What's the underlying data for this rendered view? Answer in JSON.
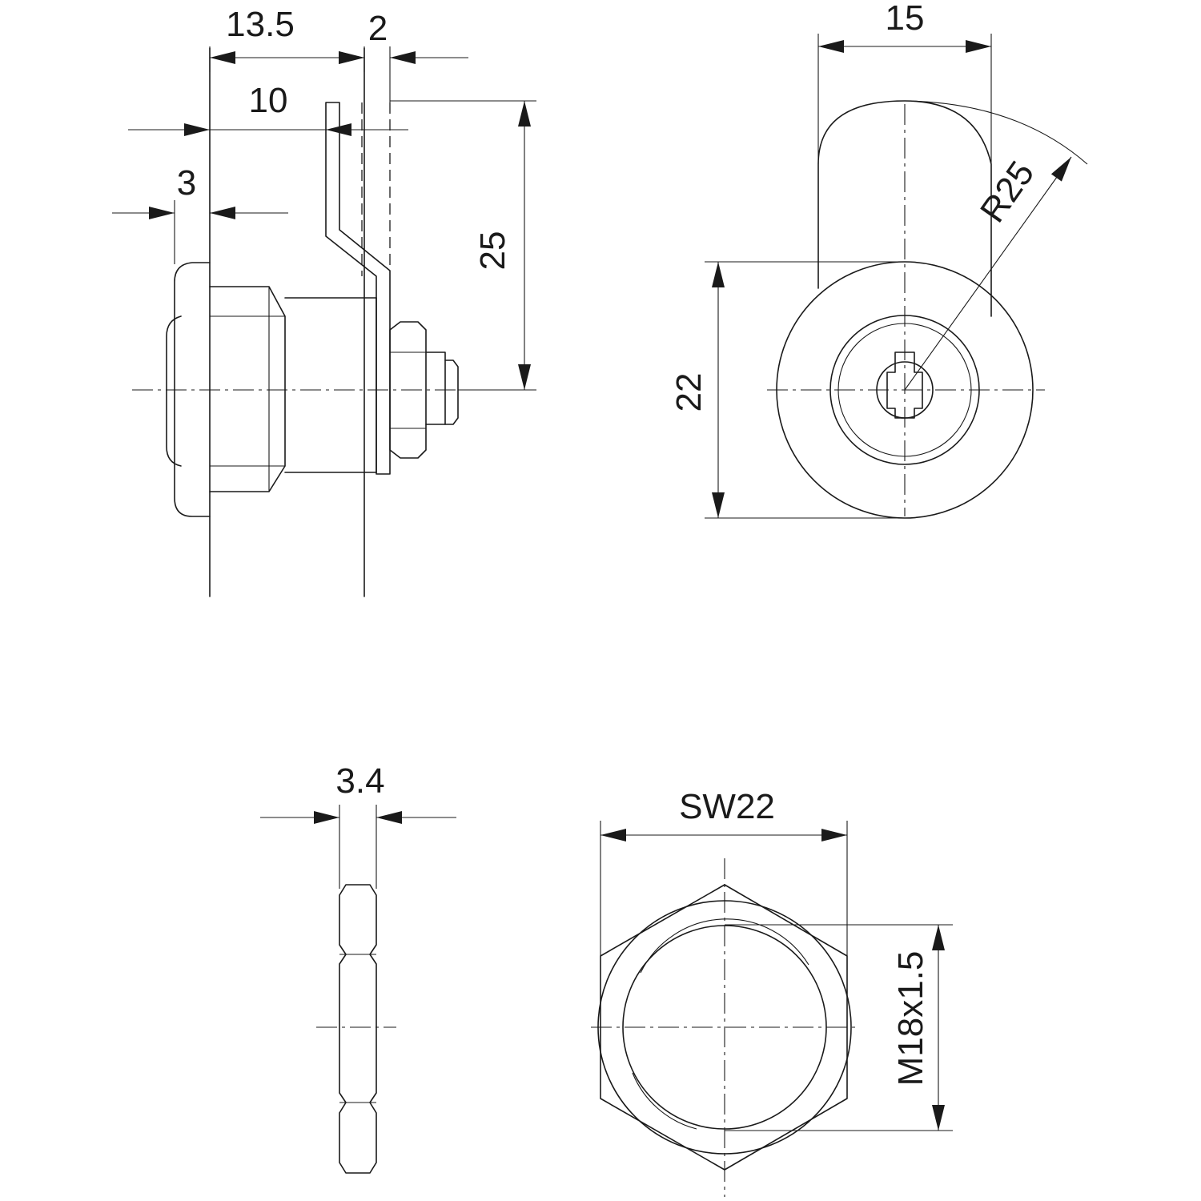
{
  "dimensions": {
    "d_13_5": "13.5",
    "d_2": "2",
    "d_10": "10",
    "d_3": "3",
    "d_25": "25",
    "d_15": "15",
    "d_r25": "R25",
    "d_22": "22",
    "d_3_4": "3.4",
    "d_sw22": "SW22",
    "d_m18": "M18x1.5"
  },
  "colors": {
    "line": "#1a1a1a",
    "background": "#ffffff"
  }
}
